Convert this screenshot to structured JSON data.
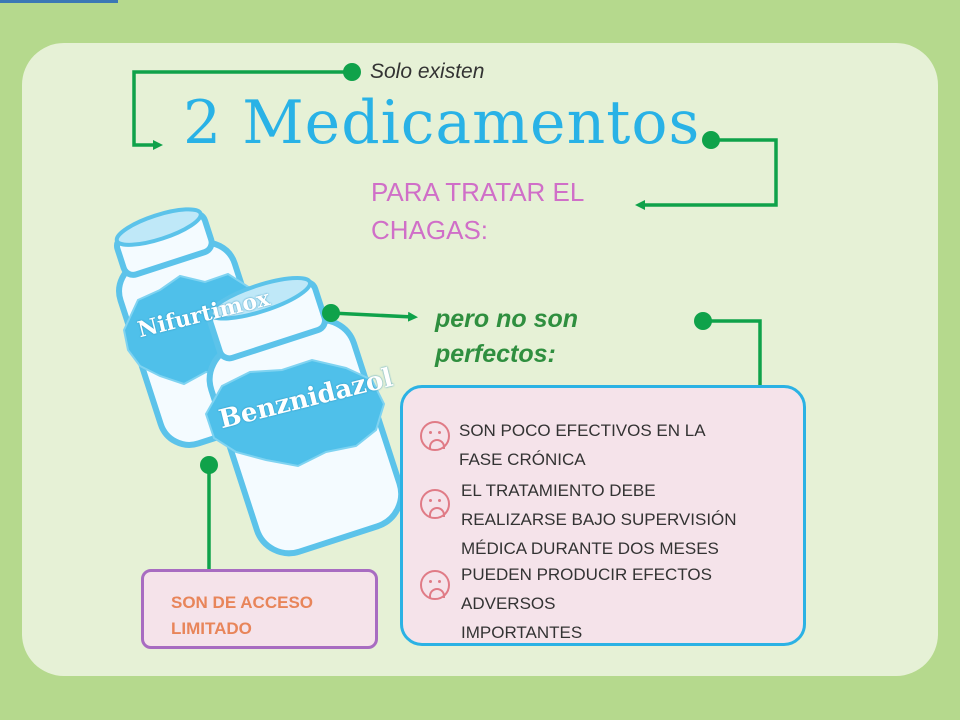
{
  "subtitle": "Solo existen",
  "title": "2 Medicamentos",
  "purpose": [
    "PARA TRATAR EL",
    "CHAGAS:"
  ],
  "caveat": [
    "pero no son",
    "perfectos:"
  ],
  "drugs": [
    "Nifurtimox",
    "Benznidazol"
  ],
  "issues": [
    {
      "lines": [
        "SON POCO EFECTIVOS EN LA",
        "FASE CRÓNICA"
      ],
      "icon": "sad-face-icon"
    },
    {
      "lines": [
        "EL TRATAMIENTO DEBE",
        "REALIZARSE BAJO SUPERVISIÓN",
        "MÉDICA DURANTE DOS MESES"
      ],
      "icon": "sad-face-icon"
    },
    {
      "lines": [
        "PUEDEN PRODUCIR  EFECTOS",
        "ADVERSOS",
        "IMPORTANTES"
      ],
      "icon": "sad-face-icon"
    }
  ],
  "access": [
    "SON DE ACCESO",
    "LIMITADO"
  ],
  "colors": {
    "background": "#b5d98d",
    "panel": "#e6f1d6",
    "title": "#29b2e6",
    "connector": "#0fa24a",
    "purpose": "#d06fc8",
    "caveat": "#2f8f3f",
    "access_border": "#a86cc1",
    "access_text": "#e8855a",
    "issues_border": "#2bb2e4"
  }
}
